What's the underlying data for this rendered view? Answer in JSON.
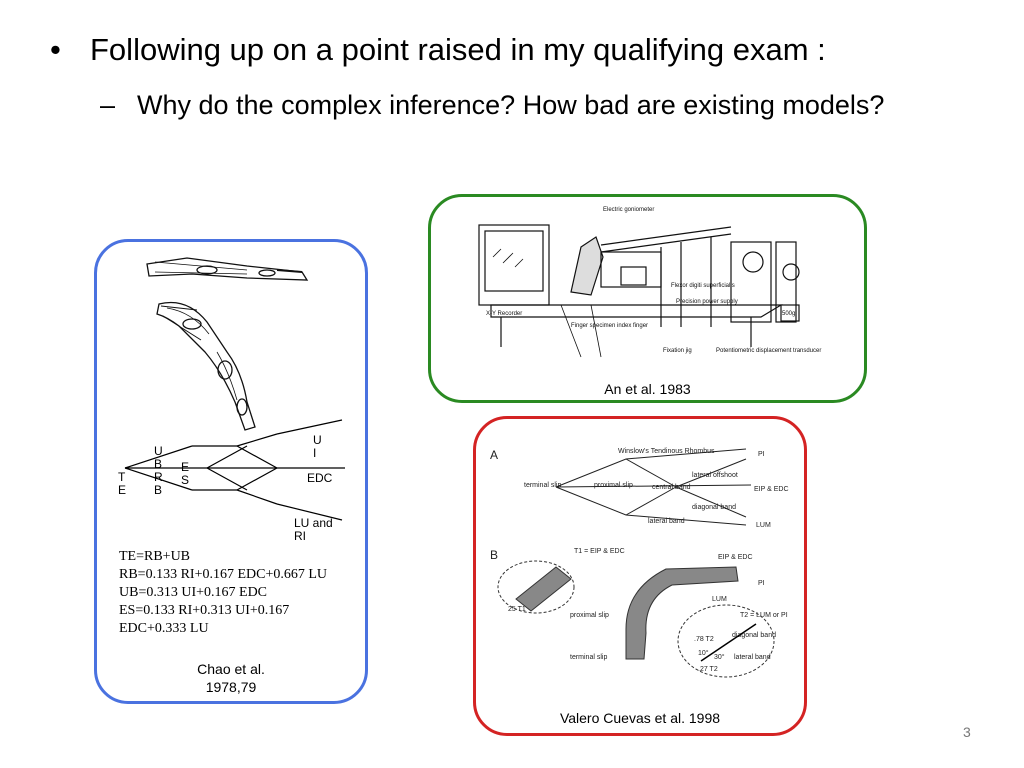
{
  "bullets": {
    "main": "Following up on a point raised in my qualifying exam :",
    "sub": "Why do the complex inference? How bad are existing models?"
  },
  "chao": {
    "labels": {
      "te": "T\nE",
      "ubrb": "U\nB\nR\nB",
      "es": "E\nS",
      "ui": "U\nI",
      "edc": "EDC",
      "luri": "LU and\nRI"
    },
    "equations": [
      "TE=RB+UB",
      "RB=0.133 RI+0.167 EDC+0.667 LU",
      "UB=0.313 UI+0.167 EDC",
      "ES=0.133 RI+0.313 UI+0.167",
      "EDC+0.333 LU"
    ],
    "caption": "Chao et al.\n1978,79"
  },
  "an": {
    "caption": "An et al. 1983",
    "figure_labels": [
      "Electric goniometer",
      "X-Y Recorder",
      "Finger specimen index finger",
      "Flexor digiti superficialis",
      "Precision power supply",
      "Fixation jig",
      "Potentiometric displacement transducer",
      "500g"
    ]
  },
  "valero": {
    "caption": "Valero Cuevas et al. 1998",
    "panel_a": {
      "letter": "A",
      "title": "Winslow's Tendinous Rhombus",
      "pi": "PI",
      "terminal": "terminal slip",
      "proximal": "proximal slip",
      "lateral_offshoot": "lateral offshoot",
      "central": "central band",
      "eip": "EIP & EDC",
      "diagonal": "diagonal band",
      "lateral": "lateral band",
      "lum": "LUM"
    },
    "panel_b": {
      "letter": "B",
      "t1": "T1 = EIP & EDC",
      "eip": "EIP & EDC",
      "pi": "PI",
      "lum": "LUM",
      "t2": "T2 = LUM or PI",
      "proximal": "proximal slip",
      "terminal": "terminal slip",
      "diagonal": "diagonal band",
      "lateral": "lateral band",
      "a78": ".78 T2",
      "a27": ".27 T2",
      "d10": "10°",
      "d30": "30°",
      "t25": "25 T1"
    }
  },
  "page_number": "3"
}
